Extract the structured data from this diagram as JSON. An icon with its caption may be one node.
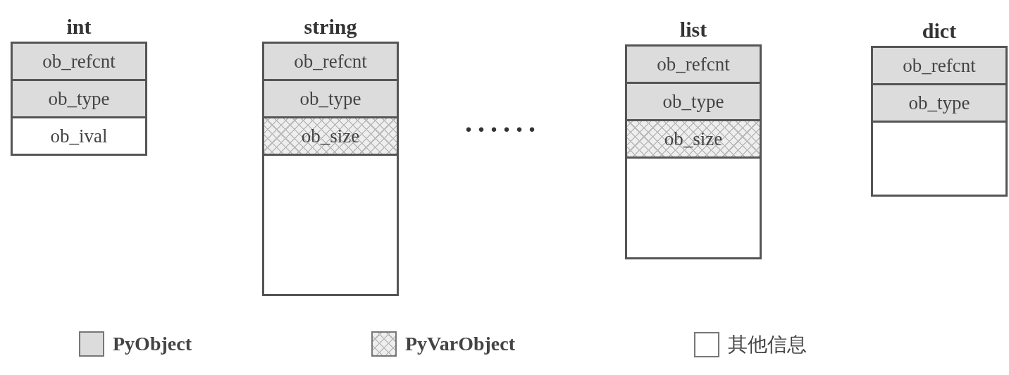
{
  "diagram": {
    "nodes": [
      {
        "text": [
          "int"
        ]
      },
      {
        "text": [
          "ob_refcnt"
        ],
        "in": 0
      },
      {
        "text": [
          "ob_type"
        ],
        "in": 0
      },
      {
        "text": [
          "ob_ival"
        ],
        "in": 0
      },
      {
        "text": [
          "string"
        ]
      },
      {
        "text": [
          "ob_refcnt"
        ],
        "in": 4
      },
      {
        "text": [
          "ob_type"
        ],
        "in": 4
      },
      {
        "text": [
          "ob_size"
        ],
        "in": 4
      },
      {
        "text": [],
        "shape": "box",
        "in": 4
      },
      {
        "text": [
          "list"
        ]
      },
      {
        "text": [
          "ob_refcnt"
        ],
        "in": 9
      },
      {
        "text": [
          "ob_type"
        ],
        "in": 9
      },
      {
        "text": [
          "ob_size"
        ],
        "in": 9
      },
      {
        "text": [],
        "shape": "box",
        "in": 9
      },
      {
        "text": [
          "dict"
        ]
      },
      {
        "text": [
          "ob_refcnt"
        ],
        "in": 14
      },
      {
        "text": [
          "ob_type"
        ],
        "in": 14
      },
      {
        "text": [],
        "shape": "box",
        "in": 14
      }
    ],
    "labels": [
      "......"
    ],
    "legend": [
      {
        "text": "PyObject",
        "color": "#dcdcdc"
      },
      {
        "text": "PyVarObject"
      },
      {
        "text": "其他信息",
        "color": "#ffffff"
      }
    ]
  }
}
